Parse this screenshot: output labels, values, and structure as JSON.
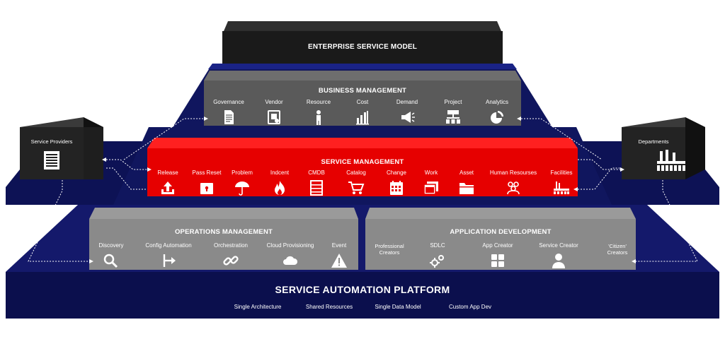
{
  "enterprise": {
    "title": "ENTERPRISE SERVICE MODEL"
  },
  "business": {
    "title": "BUSINESS MANAGEMENT",
    "items": [
      {
        "label": "Governance",
        "icon": "document-icon"
      },
      {
        "label": "Vendor",
        "icon": "vendor-icon"
      },
      {
        "label": "Resource",
        "icon": "person-icon"
      },
      {
        "label": "Cost",
        "icon": "bar-chart-icon"
      },
      {
        "label": "Demand",
        "icon": "megaphone-icon"
      },
      {
        "label": "Project",
        "icon": "org-chart-icon"
      },
      {
        "label": "Analytics",
        "icon": "pie-chart-icon"
      }
    ]
  },
  "service": {
    "title": "SERVICE MANAGEMENT",
    "items": [
      {
        "label": "Release",
        "icon": "upload-icon"
      },
      {
        "label": "Pass Reset",
        "icon": "lock-icon"
      },
      {
        "label": "Problem",
        "icon": "umbrella-icon"
      },
      {
        "label": "Indcent",
        "icon": "flame-icon"
      },
      {
        "label": "CMDB",
        "icon": "database-icon"
      },
      {
        "label": "Catalog",
        "icon": "cart-icon"
      },
      {
        "label": "Change",
        "icon": "calendar-icon"
      },
      {
        "label": "Work",
        "icon": "window-icon"
      },
      {
        "label": "Asset",
        "icon": "folder-icon"
      },
      {
        "label": "Human Resourses",
        "icon": "people-icon"
      },
      {
        "label": "Facilities",
        "icon": "factory-icon"
      }
    ]
  },
  "operations": {
    "title": "OPERATIONS MANAGEMENT",
    "items": [
      {
        "label": "Discovery",
        "icon": "magnifier-icon"
      },
      {
        "label": "Config Automation",
        "icon": "branch-arrow-icon"
      },
      {
        "label": "Orchestration",
        "icon": "link-icon"
      },
      {
        "label": "Cloud Provisioning",
        "icon": "cloud-icon"
      },
      {
        "label": "Event",
        "icon": "warning-icon"
      }
    ]
  },
  "appdev": {
    "title": "APPLICATION DEVELOPMENT",
    "left_tag": "Professional Creators",
    "right_tag": "'Citizen' Creators",
    "items": [
      {
        "label": "SDLC",
        "icon": "gears-icon"
      },
      {
        "label": "App Creator",
        "icon": "grid-icon"
      },
      {
        "label": "Service Creator",
        "icon": "user-icon"
      }
    ]
  },
  "providers": {
    "label": "Service Providers",
    "icon": "building-icon"
  },
  "departments": {
    "label": "Departments",
    "icon": "factory-icon"
  },
  "platform": {
    "title": "SERVICE AUTOMATION PLATFORM",
    "features": [
      "Single Architecture",
      "Shared Resources",
      "Single Data Model",
      "Custom App Dev"
    ]
  },
  "colors": {
    "navy": "#0b0f4d",
    "navy_light": "#16207a",
    "red": "#e60000",
    "gray": "#5a5a5a",
    "gray_light": "#8a8a8a",
    "black": "#1e1e1e"
  }
}
